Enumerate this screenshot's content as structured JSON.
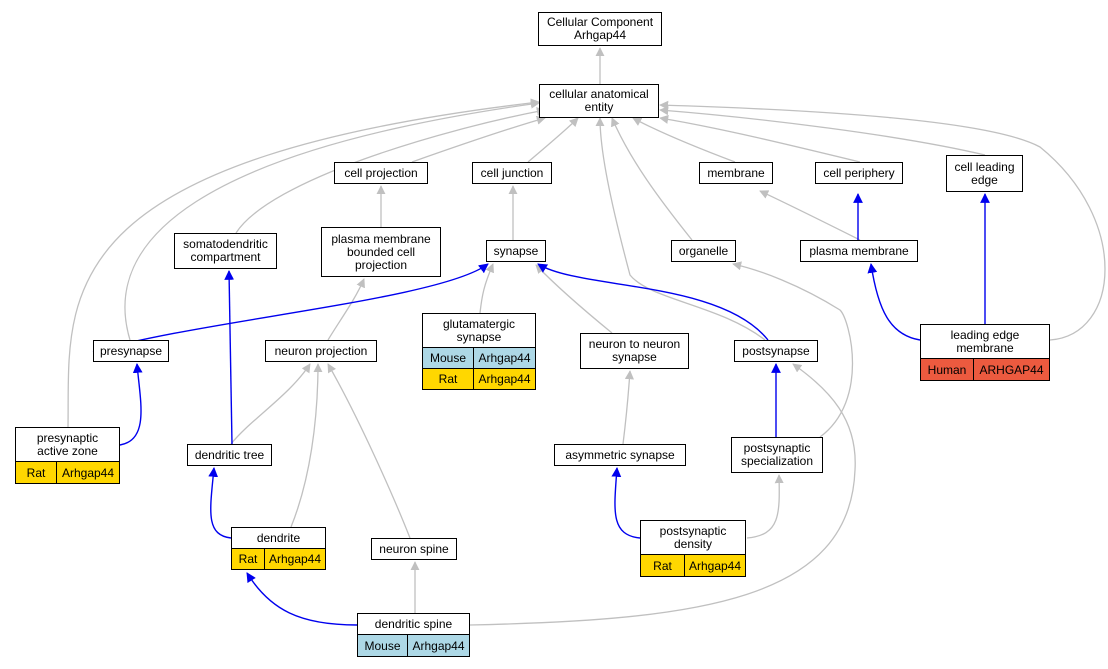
{
  "colors": {
    "is_a_edge": "#c0c0c0",
    "part_of_edge": "#0000ee",
    "mouse": "#add8e6",
    "rat": "#ffd700",
    "human": "#ec5a3f"
  },
  "nodes": {
    "root": "Cellular Component\nArhgap44",
    "cae": "cellular anatomical\nentity",
    "cell_projection": "cell projection",
    "cell_junction": "cell junction",
    "membrane": "membrane",
    "cell_periphery": "cell periphery",
    "cell_leading_edge": "cell leading\nedge",
    "somatodendritic": "somatodendritic\ncompartment",
    "pm_bounded": "plasma membrane\nbounded cell\nprojection",
    "synapse": "synapse",
    "organelle": "organelle",
    "plasma_membrane": "plasma membrane",
    "presynapse": "presynapse",
    "neuron_projection": "neuron projection",
    "glutamatergic": "glutamatergic\nsynapse",
    "neuron_to_neuron": "neuron to neuron\nsynapse",
    "postsynapse": "postsynapse",
    "leading_edge_membrane": "leading edge\nmembrane",
    "presynaptic_active_zone": "presynaptic\nactive zone",
    "dendritic_tree": "dendritic tree",
    "asymmetric_synapse": "asymmetric synapse",
    "postsynaptic_specialization": "postsynaptic\nspecialization",
    "dendrite": "dendrite",
    "neuron_spine": "neuron spine",
    "postsynaptic_density": "postsynaptic\ndensity",
    "dendritic_spine": "dendritic spine"
  },
  "annotations": {
    "glutamatergic": [
      {
        "species": "Mouse",
        "gene": "Arhgap44",
        "color": "mouse"
      },
      {
        "species": "Rat",
        "gene": "Arhgap44",
        "color": "rat"
      }
    ],
    "leading_edge_membrane": [
      {
        "species": "Human",
        "gene": "ARHGAP44",
        "color": "human"
      }
    ],
    "presynaptic_active_zone": [
      {
        "species": "Rat",
        "gene": "Arhgap44",
        "color": "rat"
      }
    ],
    "dendrite": [
      {
        "species": "Rat",
        "gene": "Arhgap44",
        "color": "rat"
      }
    ],
    "postsynaptic_density": [
      {
        "species": "Rat",
        "gene": "Arhgap44",
        "color": "rat"
      }
    ],
    "dendritic_spine": [
      {
        "species": "Mouse",
        "gene": "Arhgap44",
        "color": "mouse"
      }
    ]
  }
}
